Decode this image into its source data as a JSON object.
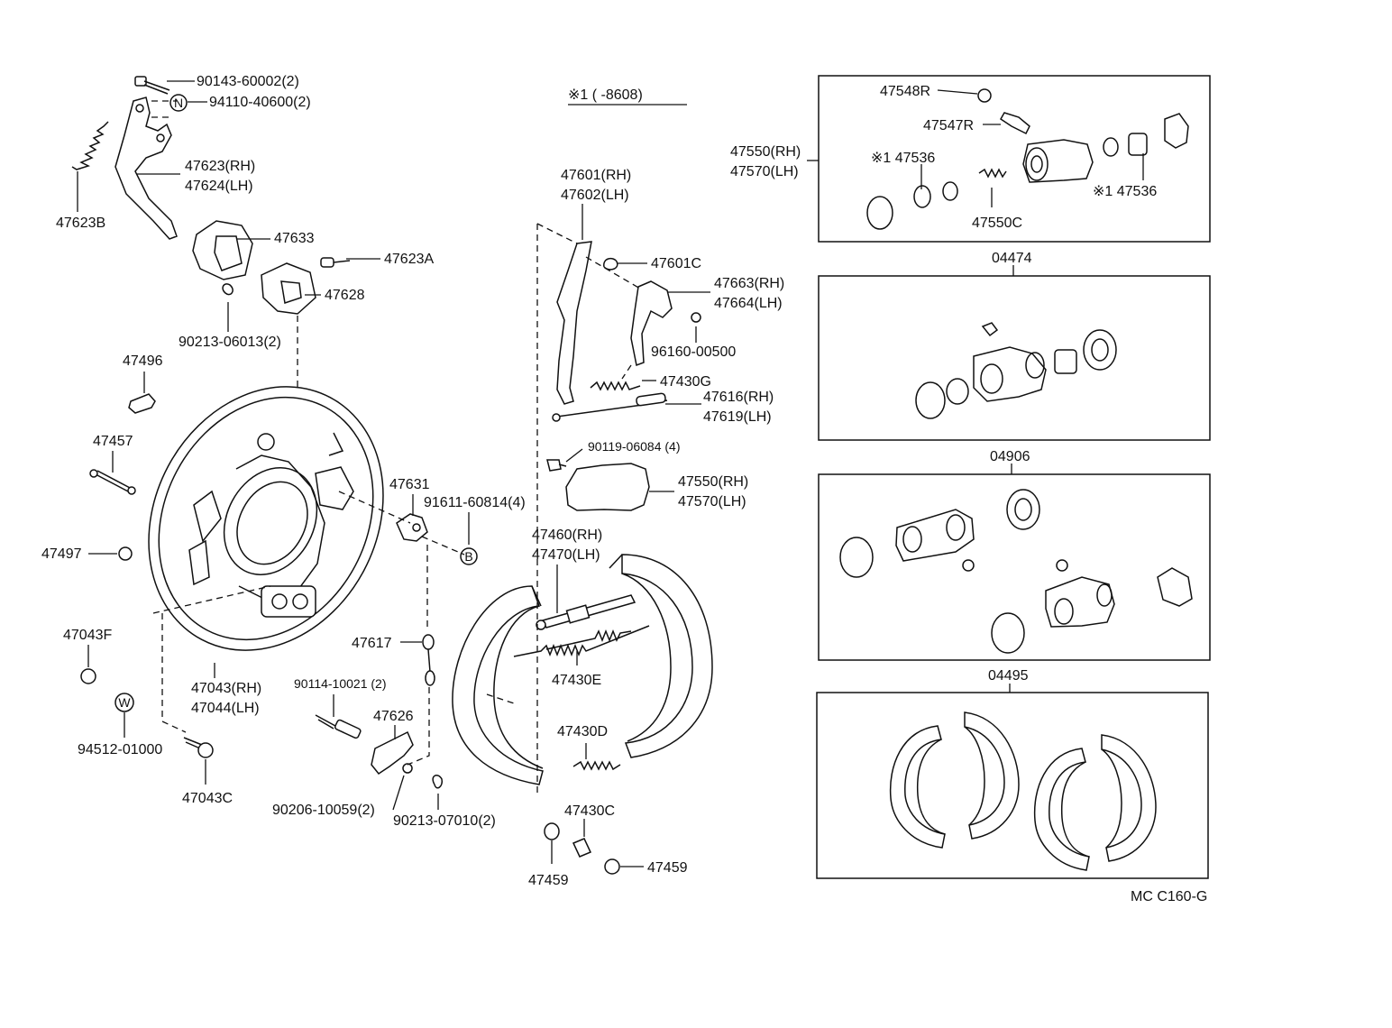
{
  "diagram": {
    "footer_code": "MC C160-G",
    "note": "※1 (   -8608)",
    "markers": {
      "N": "N",
      "B": "B",
      "W": "W"
    },
    "labels": {
      "p90143": "90143-60002(2)",
      "p94110": "94110-40600(2)",
      "p47623rh": "47623(RH)",
      "p47624lh": "47624(LH)",
      "p47623b": "47623B",
      "p47633": "47633",
      "p47623a": "47623A",
      "p47628": "47628",
      "p90213a": "90213-06013(2)",
      "p47496": "47496",
      "p47457": "47457",
      "p47497": "47497",
      "p47043f": "47043F",
      "p47043rh": "47043(RH)",
      "p47044lh": "47044(LH)",
      "p94512": "94512-01000",
      "p47043c": "47043C",
      "p47631": "47631",
      "p91611": "91611-60814(4)",
      "p47617": "47617",
      "p90114": "90114-10021 (2)",
      "p47626": "47626",
      "p90206": "90206-10059(2)",
      "p90213b": "90213-07010(2)",
      "p47601rh": "47601(RH)",
      "p47602lh": "47602(LH)",
      "p47601c": "47601C",
      "p47663rh": "47663(RH)",
      "p47664lh": "47664(LH)",
      "p96160": "96160-00500",
      "p47430g": "47430G",
      "p47616rh": "47616(RH)",
      "p47619lh": "47619(LH)",
      "p90119": "90119-06084 (4)",
      "p47550rh_mid": "47550(RH)",
      "p47570lh_mid": "47570(LH)",
      "p47460rh": "47460(RH)",
      "p47470lh": "47470(LH)",
      "p47430e": "47430E",
      "p47430d": "47430D",
      "p47430c": "47430C",
      "p47459a": "47459",
      "p47459b": "47459",
      "p47550rh_box": "47550(RH)",
      "p47570lh_box": "47570(LH)",
      "p47548r": "47548R",
      "p47547r": "47547R",
      "p47536a": "※1 47536",
      "p47536b": "※1 47536",
      "p47550c": "47550C",
      "k04474": "04474",
      "k04906": "04906",
      "k04495": "04495"
    }
  }
}
